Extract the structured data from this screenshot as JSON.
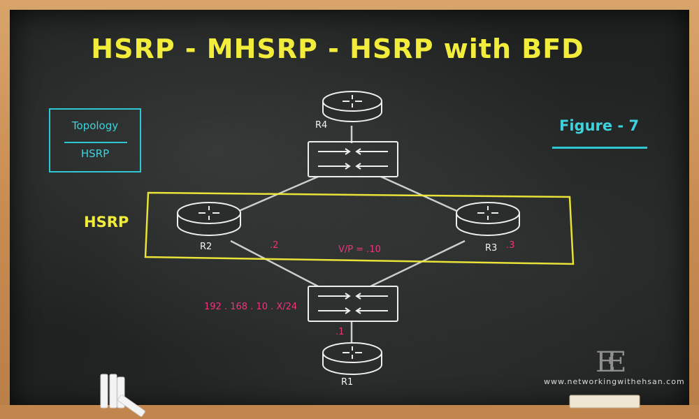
{
  "title": "HSRP - MHSRP - HSRP with BFD",
  "topology_box": {
    "top": "Topology",
    "bottom": "HSRP"
  },
  "figure": "Figure - 7",
  "hsrp_group_label": "HSRP",
  "routers": {
    "r1": "R1",
    "r2": "R2",
    "r3": "R3",
    "r4": "R4"
  },
  "addresses": {
    "r1_host": ".1",
    "r2_host": ".2",
    "r3_host": ".3",
    "virtual_ip": "V/P = .10",
    "subnet": "192 . 168 . 10 . X/24"
  },
  "website": "www.networkingwithehsan.com",
  "colors": {
    "chalk_yellow": "#f2ec3a",
    "chalk_cyan": "#2fc7d3",
    "chalk_pink": "#f0347c",
    "chalk_white": "#eeeeee"
  }
}
